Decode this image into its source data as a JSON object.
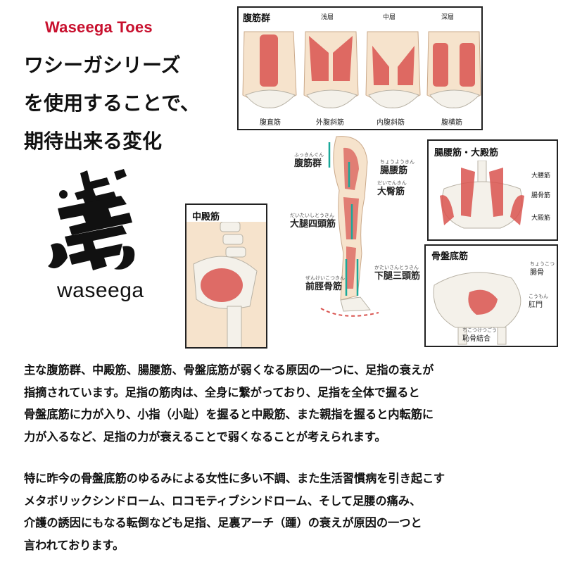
{
  "brand": {
    "title": "Waseega Toes",
    "wordmark": "waseega"
  },
  "headline": {
    "lines": [
      "ワシーガシリーズ",
      "を使用することで、",
      "期待出来る変化"
    ]
  },
  "abdominal_panel": {
    "title": "腹筋群",
    "layers": [
      "浅層",
      "中層",
      "深層"
    ],
    "muscles": [
      "腹直筋",
      "外腹斜筋",
      "内腹斜筋",
      "腹横筋"
    ]
  },
  "center_figure": {
    "labels": [
      {
        "ruby": "ふっきんぐん",
        "name": "腹筋群"
      },
      {
        "ruby": "ちょうようきん",
        "name": "腸腰筋"
      },
      {
        "ruby": "だいでんきん",
        "name": "大臀筋"
      },
      {
        "ruby": "だいたいしとうきん",
        "name": "大腿四頭筋"
      },
      {
        "ruby": "かたいさんとうきん",
        "name": "下腿三頭筋"
      },
      {
        "ruby": "ぜんけいこつきん",
        "name": "前脛骨筋"
      }
    ]
  },
  "iliopsoas_panel": {
    "title": "腸腰筋・大殿筋",
    "labels": [
      "大腰筋",
      "腸骨筋",
      "大殿筋"
    ]
  },
  "gluteus_medius_panel": {
    "title": "中殿筋"
  },
  "pelvic_floor_panel": {
    "title": "骨盤底筋",
    "labels": [
      {
        "ruby": "ちょうこつ",
        "name": "腸骨"
      },
      {
        "ruby": "こうもん",
        "name": "肛門"
      },
      {
        "ruby": "ちこつけつごう",
        "name": "恥骨結合"
      }
    ]
  },
  "body": {
    "paragraph1": [
      "主な腹筋群、中殿筋、腸腰筋、骨盤底筋が弱くなる原因の一つに、足指の衰えが",
      "指摘されています。足指の筋肉は、全身に繋がっており、足指を全体で握ると",
      "骨盤底筋に力が入り、小指（小趾）を握ると中殿筋、また親指を握ると内転筋に",
      "力が入るなど、足指の力が衰えることで弱くなることが考えられます。"
    ],
    "paragraph2": [
      "特に昨今の骨盤底筋のゆるみによる女性に多い不調、また生活習慣病を引き起こす",
      "メタボリックシンドローム、ロコモティブシンドローム、そして足腰の痛み、",
      "介護の誘因にもなる転倒なども足指、足裏アーチ（踵）の衰えが原因の一つと",
      "言われております。"
    ]
  },
  "colors": {
    "brand_red": "#c8102e",
    "muscle_red": "#d9534f",
    "skin": "#f6e3cc",
    "bone": "#f4f1ea",
    "arrow_teal": "#1aa89a"
  }
}
